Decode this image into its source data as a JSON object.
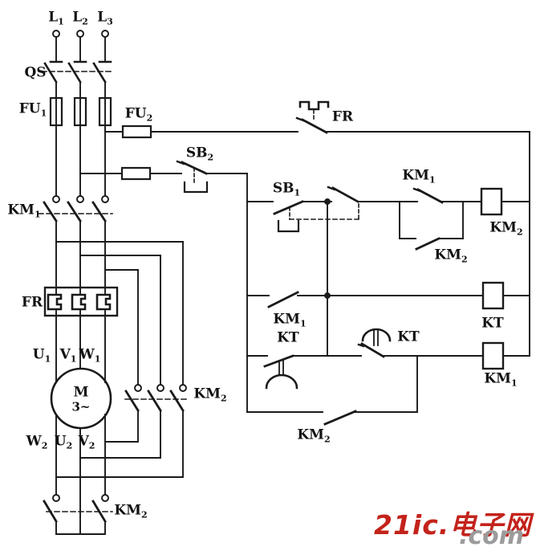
{
  "title": "Y-delta motor starter schematic (21ic)",
  "colors": {
    "line": "#1a1a1a",
    "background": "#ffffff",
    "watermark_red": "#c3231b",
    "watermark_gray": "#9b9b9b"
  },
  "labels": {
    "l1": {
      "text": "L",
      "sub": "1"
    },
    "l2": {
      "text": "L",
      "sub": "2"
    },
    "l3": {
      "text": "L",
      "sub": "3"
    },
    "qs": {
      "text": "QS"
    },
    "fu1": {
      "text": "FU",
      "sub": "1"
    },
    "fu2": {
      "text": "FU",
      "sub": "2"
    },
    "fr_contact": {
      "text": "FR"
    },
    "fr_heater": {
      "text": "FR"
    },
    "sb2": {
      "text": "SB",
      "sub": "2"
    },
    "sb1": {
      "text": "SB",
      "sub": "1"
    },
    "km1_main": {
      "text": "KM",
      "sub": "1"
    },
    "km1_interlock": {
      "text": "KM",
      "sub": "1"
    },
    "km2_interlock": {
      "text": "KM",
      "sub": "2"
    },
    "km2_coil": {
      "text": "KM",
      "sub": "2"
    },
    "km1_no": {
      "text": "KM",
      "sub": "1"
    },
    "kt_left": {
      "text": "KT"
    },
    "kt_right": {
      "text": "KT"
    },
    "kt_coil": {
      "text": "KT"
    },
    "km1_coil": {
      "text": "KM",
      "sub": "1"
    },
    "km2_bypass": {
      "text": "KM",
      "sub": "2"
    },
    "km2_delta": {
      "text": "KM",
      "sub": "2"
    },
    "km2_star": {
      "text": "KM",
      "sub": "2"
    },
    "motor_m": {
      "text": "M"
    },
    "motor_phase": {
      "text": "3~"
    },
    "u1": {
      "text": "U",
      "sub": "1"
    },
    "v1": {
      "text": "V",
      "sub": "1"
    },
    "w1": {
      "text": "W",
      "sub": "1"
    },
    "w2": {
      "text": "W",
      "sub": "2"
    },
    "u2": {
      "text": "U",
      "sub": "2"
    },
    "v2": {
      "text": "V",
      "sub": "2"
    }
  },
  "watermark": {
    "brand": "21ic.电子网",
    "domain": ".com"
  }
}
